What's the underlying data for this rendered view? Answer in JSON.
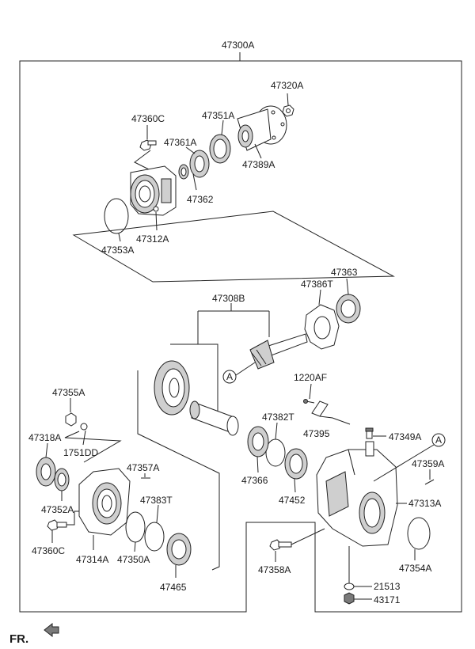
{
  "title_part": "47300A",
  "orientation_label": "FR.",
  "ref_marker": "A",
  "parts": {
    "p47320A": "47320A",
    "p47360C_top": "47360C",
    "p47351A": "47351A",
    "p47361A": "47361A",
    "p47389A": "47389A",
    "p47362": "47362",
    "p47312A": "47312A",
    "p47353A": "47353A",
    "p47363": "47363",
    "p47386T": "47386T",
    "p47308B": "47308B",
    "p1220AF": "1220AF",
    "p47355A": "47355A",
    "p47382T": "47382T",
    "p47395": "47395",
    "p47318A": "47318A",
    "p1751DD": "1751DD",
    "p47349A": "47349A",
    "p47357A": "47357A",
    "p47359A": "47359A",
    "p47383T": "47383T",
    "p47366": "47366",
    "p47452": "47452",
    "p47352A": "47352A",
    "p47313A": "47313A",
    "p47360C_bottom": "47360C",
    "p47314A": "47314A",
    "p47350A": "47350A",
    "p47358A": "47358A",
    "p47354A": "47354A",
    "p47465": "47465",
    "p21513": "21513",
    "p43171": "43171"
  }
}
